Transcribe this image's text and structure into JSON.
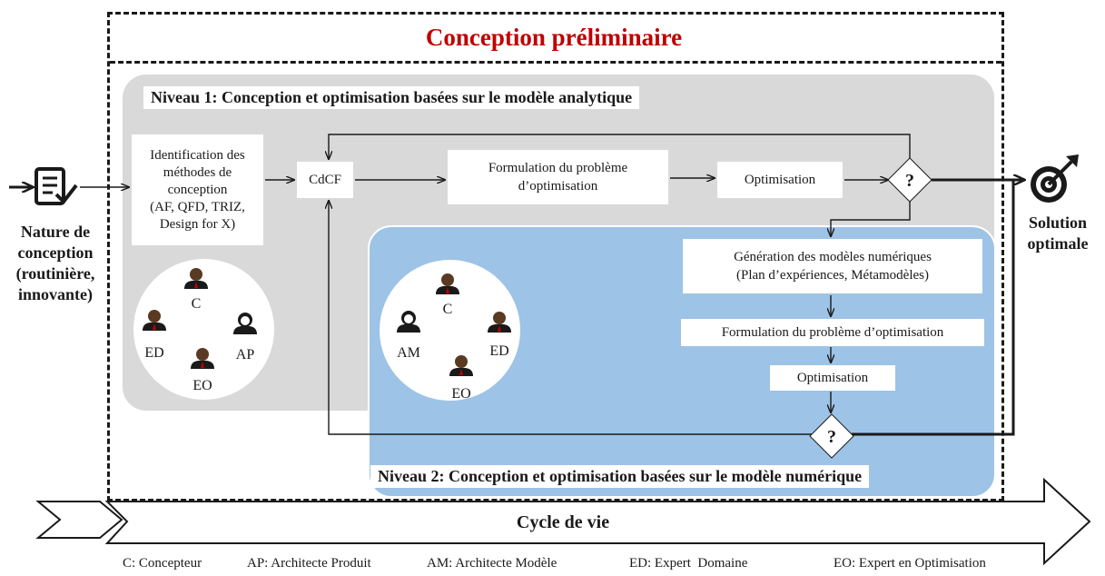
{
  "title": "Conception préliminaire",
  "input": {
    "label_lines": [
      "Nature de",
      "conception",
      "(routinière,",
      "innovante)"
    ],
    "icon": "checklist-document-icon"
  },
  "output": {
    "label_lines": [
      "Solution",
      "optimale"
    ],
    "icon": "target-arrow-icon"
  },
  "level1": {
    "title": "Niveau 1: Conception et optimisation basées sur le modèle analytique",
    "identification_lines": [
      "Identification des",
      "méthodes de",
      "conception",
      "(AF, QFD, TRIZ,",
      "Design for X)"
    ],
    "cdcf": "CdCF",
    "formulation_lines": [
      "Formulation du problème",
      "d’optimisation"
    ],
    "optimisation": "Optimisation",
    "decision": "?",
    "roles": {
      "c": "C",
      "ed": "ED",
      "eo": "EO",
      "ap": "AP"
    }
  },
  "level2": {
    "title": "Niveau 2: Conception et optimisation basées sur le modèle numérique",
    "generation_lines": [
      "Génération des modèles numériques",
      "(Plan d’expériences, Métamodèles)"
    ],
    "formulation": "Formulation du problème d’optimisation",
    "optimisation": "Optimisation",
    "decision": "?",
    "roles": {
      "am": "AM",
      "c": "C",
      "ed": "ED",
      "eo": "EO"
    }
  },
  "cycle": "Cycle de vie",
  "legend": [
    "C: Concepteur",
    "AP: Architecte Produit",
    "AM: Architecte Modèle",
    "ED: Expert  Domaine",
    "EO: Expert en Optimisation"
  ],
  "colors": {
    "title": "#c00000",
    "level1_panel": "#d9d9d9",
    "level2_panel": "#9dc3e6"
  }
}
